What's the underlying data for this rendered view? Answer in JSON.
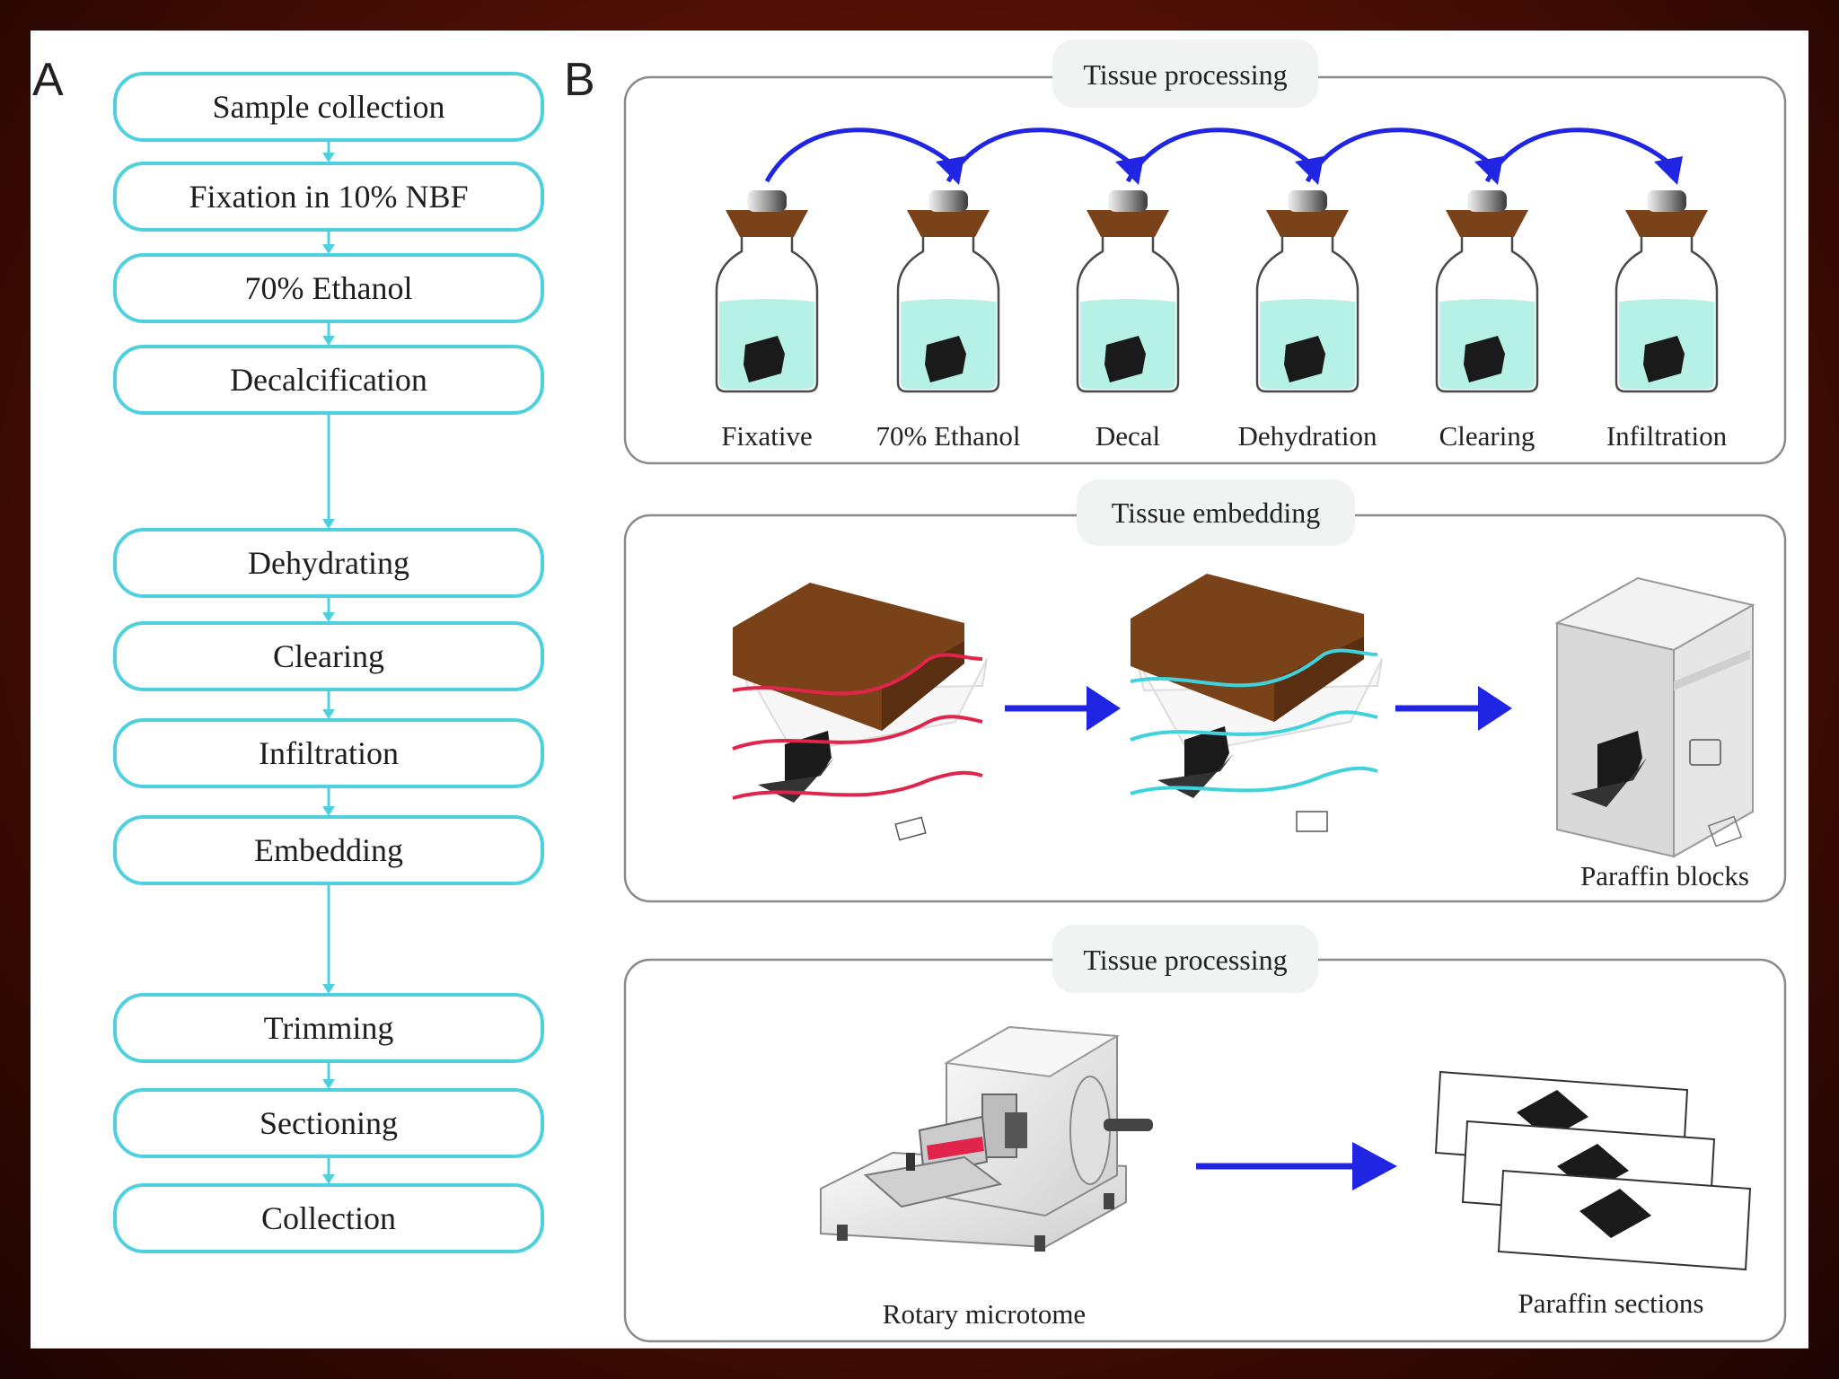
{
  "panel_a": {
    "label": "A",
    "steps": [
      "Sample collection",
      "Fixation in 10% NBF",
      "70% Ethanol",
      "Decalcification",
      "Dehydrating",
      "Clearing",
      "Infiltration",
      "Embedding",
      "Trimming",
      "Sectioning",
      "Collection"
    ]
  },
  "panel_b": {
    "label": "B",
    "processing": {
      "title": "Tissue processing",
      "bottles": [
        "Fixative",
        "70% Ethanol",
        "Decal",
        "Dehydration",
        "Clearing",
        "Infiltration"
      ]
    },
    "embedding": {
      "title": "Tissue embedding",
      "paraffin_blocks_label": "Paraffin blocks"
    },
    "sectioning": {
      "title": "Tissue processing",
      "microtome_label": "Rotary microtome",
      "sections_label": "Paraffin sections"
    }
  },
  "colors": {
    "flow_cyan": "#4fd0df",
    "arrow_blue": "#1f25e3",
    "liquid": "#b6f1e5",
    "cork_brown": "#7a4219",
    "hot_wave": "#e0244a",
    "cold_wave": "#3fd2dd"
  },
  "icons": [
    "bottle-icon",
    "embedding-mold-icon",
    "paraffin-block-cabinet-icon",
    "rotary-microtome-icon",
    "glass-slide-icon"
  ]
}
